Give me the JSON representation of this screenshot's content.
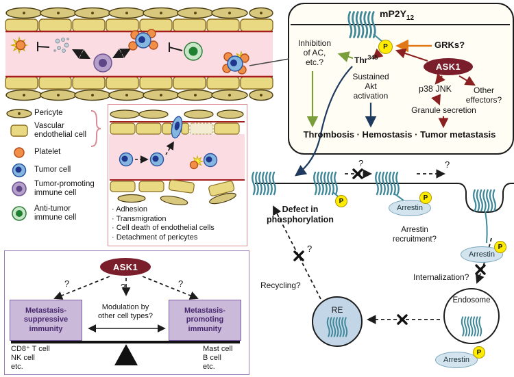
{
  "colors": {
    "receptor_teal": "#3e8899",
    "ask1_maroon": "#7b1e2b",
    "phospho_yellow": "#ffec00",
    "arrestin_blue": "#d3e4ee",
    "vessel_pink": "#fbdce2",
    "pericyte_tan": "#d8c87e",
    "endothelial_yellow": "#ead983",
    "platelet_orange": "#f09048",
    "tumor_blue": "#85b6e0",
    "immune_purple": "#b5a0cb",
    "immune_green": "#c8e6c8",
    "purple_box": "#cbb9da",
    "arrow_orange": "#e07818",
    "arrow_green": "#7a9e3c",
    "arrow_navy": "#1f3a5f",
    "arrow_darkred": "#8b2020"
  },
  "legend": {
    "items": [
      {
        "label": "Pericyte"
      },
      {
        "label": "Vascular\nendothelial cell"
      },
      {
        "label": "Platelet"
      },
      {
        "label": "Tumor cell"
      },
      {
        "label": "Tumor-promoting\nimmune cell"
      },
      {
        "label": "Anti-tumor\nimmune cell"
      }
    ]
  },
  "vessel_panel": {
    "effects": [
      "· Adhesion",
      "· Transmigration",
      "· Cell death of endothelial cells",
      "· Detachment of pericytes"
    ]
  },
  "balance_panel": {
    "ask1": "ASK1",
    "q": "?",
    "left_box": "Metastasis-\nsuppressive\nimmunity",
    "right_box": "Metastasis-\npromoting\nimmunity",
    "modulation": "Modulation by\nother cell types?",
    "left_cells": "CD8⁺ T cell\nNK cell\netc.",
    "right_cells": "Mast cell\nB cell\netc."
  },
  "signaling_panel": {
    "receptor_name": "mP2Y",
    "receptor_sub": "12",
    "grks": "GRKs?",
    "p": "P",
    "ask1": "ASK1",
    "thr": "Thr",
    "thr_sup": "345",
    "inhibition": "Inhibition\nof AC,\netc.?",
    "akt": "Sustained\nAkt\nactivation",
    "p38jnk": "p38 JNK",
    "other_effectors": "Other\neffectors?",
    "granule": "Granule secretion",
    "outcome": "Thrombosis · Hemostasis · Tumor metastasis"
  },
  "trafficking": {
    "q": "?",
    "p": "P",
    "defect": "Defect in\nphosphorylation",
    "arrestin": "Arrestin",
    "recruitment": "Arrestin\nrecruitment?",
    "internalization": "Internalization?",
    "endosome": "Endosome",
    "re": "RE",
    "recycling": "Recycling?"
  }
}
